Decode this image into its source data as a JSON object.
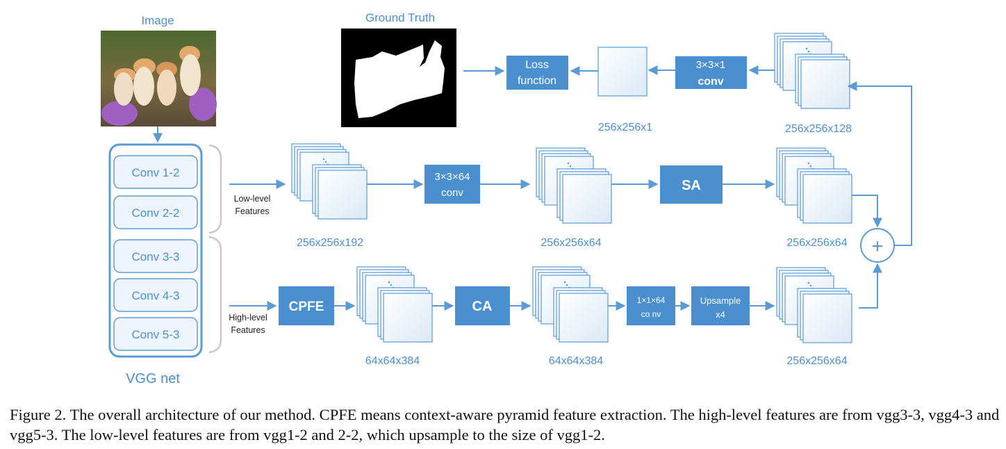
{
  "colors": {
    "accent": "#5b9bd5",
    "box_fill": "#4a8fcf",
    "box_text": "#ffffff",
    "label_text": "#4a8fcf",
    "arrow": "#5b9bd5",
    "mask_bg": "#000000",
    "mask_fg": "#ffffff"
  },
  "image_panel": {
    "label": "Image"
  },
  "ground_truth_panel": {
    "label": "Ground Truth"
  },
  "vgg": {
    "label": "VGG net",
    "layers": [
      "Conv 1-2",
      "Conv 2-2",
      "Conv 3-3",
      "Conv 4-3",
      "Conv 5-3"
    ]
  },
  "feature_labels": {
    "low": [
      "Low-level",
      "Features"
    ],
    "high": [
      "High-level",
      "Features"
    ]
  },
  "blocks": {
    "loss": [
      "Loss",
      "function"
    ],
    "conv_top": [
      "3×3×1",
      "conv"
    ],
    "conv_mid": [
      "3×3×64",
      "conv"
    ],
    "sa": "SA",
    "cpfe": "CPFE",
    "ca": "CA",
    "conv_low": [
      "1×1×64",
      "co nv"
    ],
    "upsample": [
      "Upsample",
      "x4"
    ]
  },
  "dimensions": {
    "top_single": "256x256x1",
    "top_stack": "256x256x128",
    "mid_1": "256x256x192",
    "mid_2": "256x256x64",
    "mid_3": "256x256x64",
    "low_1": "64x64x384",
    "low_2": "64x64x384",
    "low_3": "256x256x64"
  },
  "fusion": {
    "symbol": "+"
  },
  "caption": "Figure 2. The overall architecture of our method. CPFE means context-aware pyramid feature extraction. The high-level features are from vgg3-3, vgg4-3 and vgg5-3. The low-level features are from vgg1-2 and 2-2, which upsample to the size of vgg1-2."
}
